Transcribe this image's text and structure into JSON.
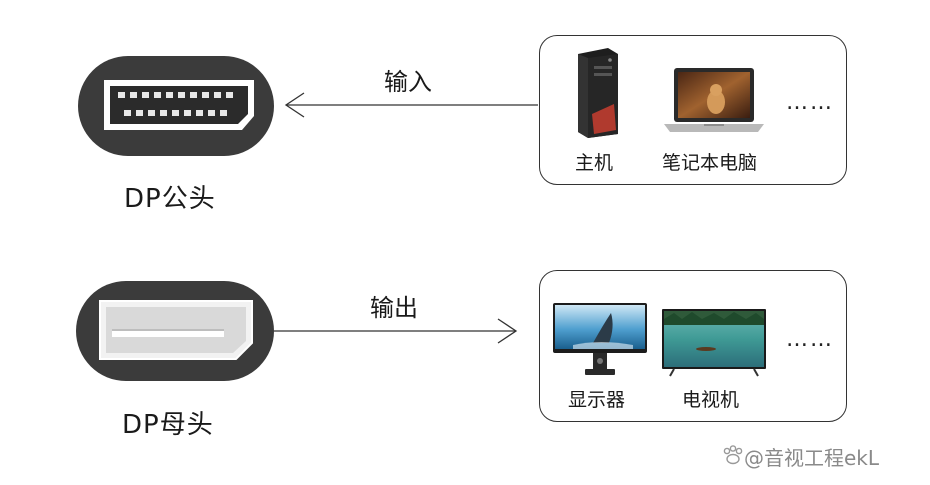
{
  "male": {
    "name": "DP公头",
    "arrow_label": "输入",
    "devices": [
      {
        "label": "主机",
        "icon": "desktop-tower-icon"
      },
      {
        "label": "笔记本电脑",
        "icon": "laptop-icon"
      }
    ],
    "more": "……"
  },
  "female": {
    "name": "DP母头",
    "arrow_label": "输出",
    "devices": [
      {
        "label": "显示器",
        "icon": "monitor-icon"
      },
      {
        "label": "电视机",
        "icon": "tv-icon"
      }
    ],
    "more": "……"
  },
  "watermark": "@音视工程ekL",
  "colors": {
    "plug": "#3a3a3a",
    "line": "#333333",
    "tower_accent": "#c0392b"
  }
}
